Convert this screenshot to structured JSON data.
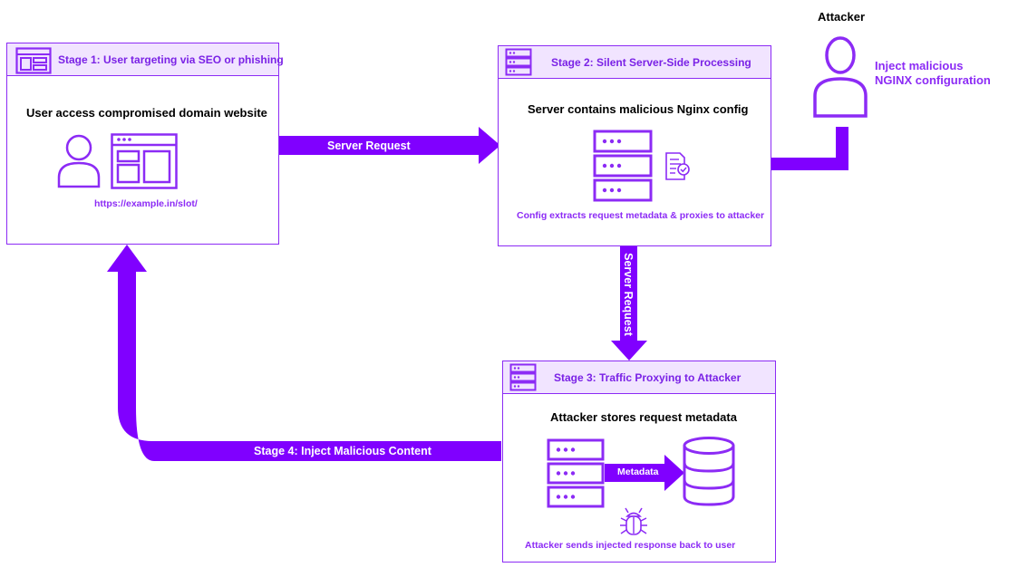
{
  "attacker": {
    "label": "Attacker",
    "action_line1": "Inject malicious",
    "action_line2": "NGINX configuration"
  },
  "stage1": {
    "title": "Stage 1: User targeting via SEO or phishing",
    "heading": "User access compromised domain website",
    "url": "https://example.in/slot/"
  },
  "stage2": {
    "title": "Stage 2: Silent Server-Side Processing",
    "heading": "Server contains malicious Nginx config",
    "caption": "Config extracts request metadata & proxies to attacker"
  },
  "stage3": {
    "title": "Stage 3: Traffic Proxying to Attacker",
    "heading": "Attacker stores request metadata",
    "metadata_label": "Metadata",
    "caption": "Attacker sends injected response back to user"
  },
  "arrows": {
    "server_request_horizontal": "Server Request",
    "server_request_vertical": "Server Request",
    "stage4": "Stage 4: Inject Malicious Content"
  },
  "colors": {
    "accent": "#8c2bf5",
    "arrow": "#8000ff",
    "header_bg": "#f1e4ff"
  }
}
